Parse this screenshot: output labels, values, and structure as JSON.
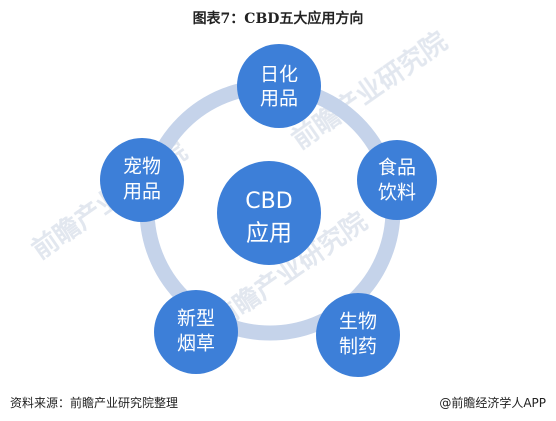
{
  "title": "图表7：CBD五大应用方向",
  "center": {
    "line1": "CBD",
    "line2": "应用"
  },
  "nodes": [
    {
      "id": "daily",
      "line1": "日化",
      "line2": "用品"
    },
    {
      "id": "food",
      "line1": "食品",
      "line2": "饮料"
    },
    {
      "id": "bio",
      "line1": "生物",
      "line2": "制药"
    },
    {
      "id": "tobacco",
      "line1": "新型",
      "line2": "烟草"
    },
    {
      "id": "pet",
      "line1": "宠物",
      "line2": "用品"
    }
  ],
  "watermark": "前瞻产业研究院",
  "footer": {
    "source": "资料来源：前瞻产业研究院整理",
    "credit": "@前瞻经济学人APP"
  },
  "colors": {
    "node_fill": "#3d7fd8",
    "ring": "#c5d3ea",
    "text": "#ffffff"
  }
}
